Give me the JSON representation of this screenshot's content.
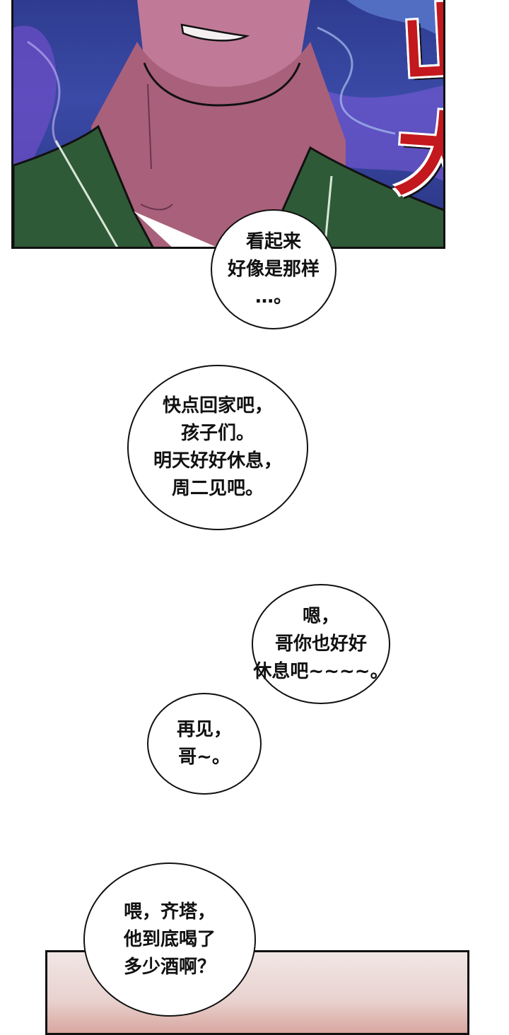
{
  "panels": {
    "top": {
      "sfx": [
        "山",
        "大"
      ]
    }
  },
  "bubbles": [
    {
      "text": "看起来\n好像是那样\n…。"
    },
    {
      "text": "快点回家吧，\n孩子们。\n明天好好休息，\n周二见吧。"
    },
    {
      "text": "嗯，\n哥你也好好\n休息吧~~~~。"
    },
    {
      "text": "再见，\n哥~。"
    },
    {
      "text": "喂，齐塔，\n他到底喝了\n多少酒啊？"
    }
  ]
}
